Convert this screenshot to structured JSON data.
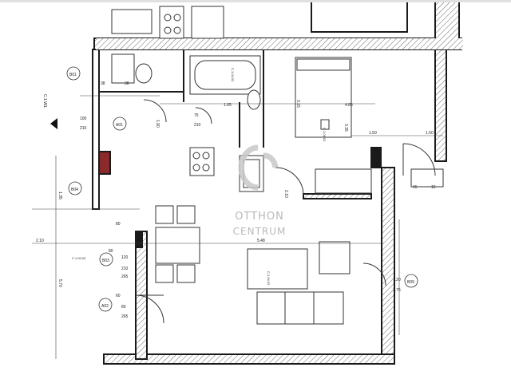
{
  "watermark": {
    "line1": "OTTHON",
    "line2": "CENTRUM"
  },
  "room_codes": [
    "B01",
    "A01",
    "B04",
    "B03",
    "A02",
    "B09",
    "C.1.04.02",
    "C.1.04.02",
    "C.1.04.02",
    "C.1.04.02"
  ],
  "dimensions": [
    "100",
    "210",
    "75",
    "210",
    "1.65",
    "3.15",
    "4.85",
    "3.35",
    "1.90",
    "1.50",
    "1.50",
    "2.10",
    "5.48",
    "5.70",
    "1.35",
    "2.10",
    "1.20",
    "1.75",
    "80",
    "120",
    "80",
    "80",
    "210",
    "265",
    "60",
    "265",
    "38",
    "38",
    "15",
    "15"
  ],
  "note_codes": [
    "C.1.W1."
  ],
  "colors": {
    "wall": "#1a1a1a",
    "hatch": "#6a6a6a",
    "watermark": "#c8c8c8"
  }
}
